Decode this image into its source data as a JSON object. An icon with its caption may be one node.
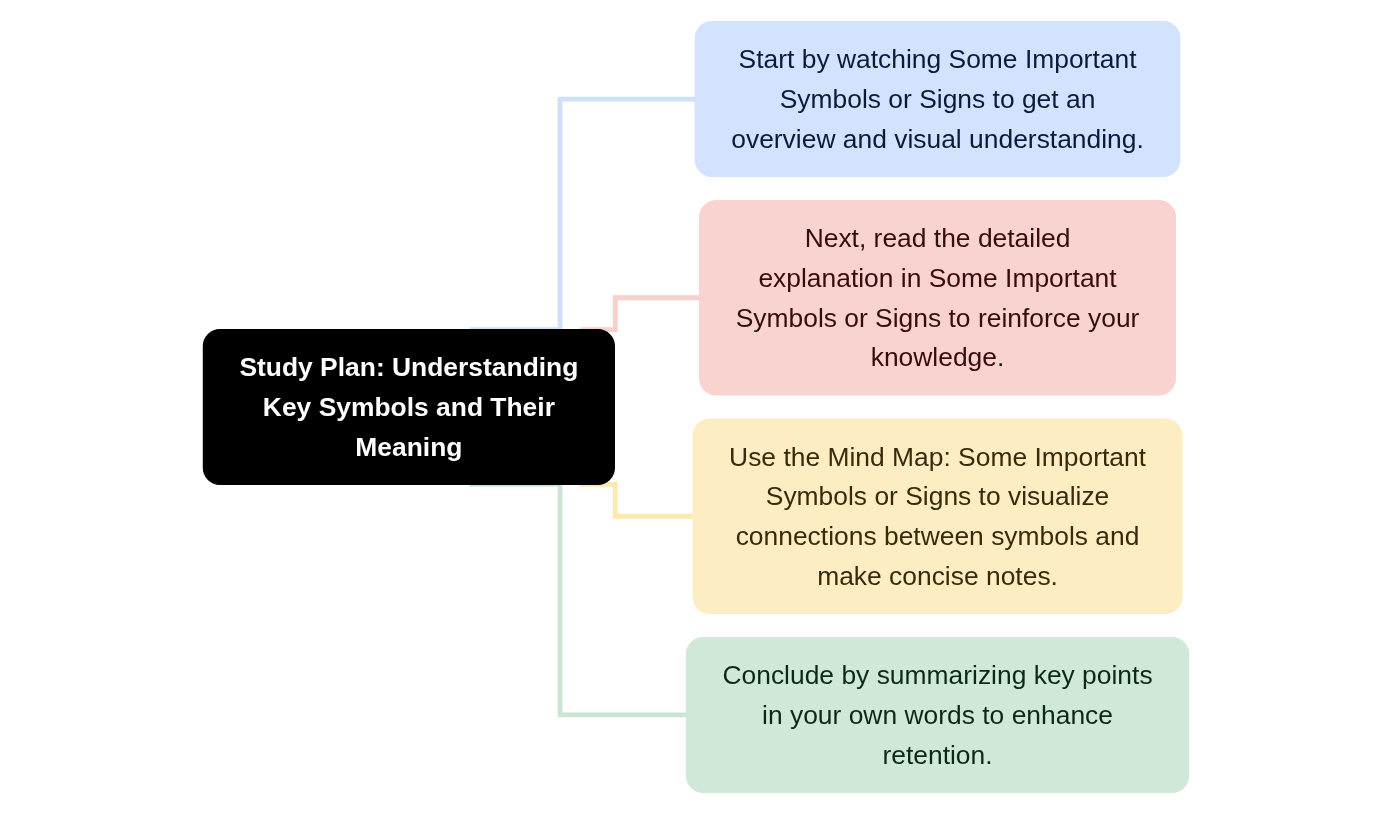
{
  "diagram": {
    "nodes": [
      {
        "text": [
          "Study Plan: Understanding Key Symbols and Their Meaning"
        ]
      },
      {
        "text": [
          "Start by watching Some Important Symbols or Signs to get an overview and visual understanding."
        ]
      },
      {
        "text": [
          "Next, read the detailed explanation in Some Important Symbols or Signs to reinforce your knowledge."
        ]
      },
      {
        "text": [
          "Use the Mind Map: Some Important Symbols or Signs to visualize connections between symbols and make concise notes."
        ]
      },
      {
        "text": [
          "Conclude by summarizing key points in your own words to enhance retention."
        ]
      }
    ],
    "edges": [
      {
        "from": 0,
        "to": 1,
        "arrow": "none",
        "color": "#cfe0fb"
      },
      {
        "from": 0,
        "to": 2,
        "arrow": "none",
        "color": "#f8d0cc"
      },
      {
        "from": 0,
        "to": 3,
        "arrow": "none",
        "color": "#fde8b0"
      },
      {
        "from": 0,
        "to": 4,
        "arrow": "none",
        "color": "#cce5d3"
      }
    ]
  }
}
